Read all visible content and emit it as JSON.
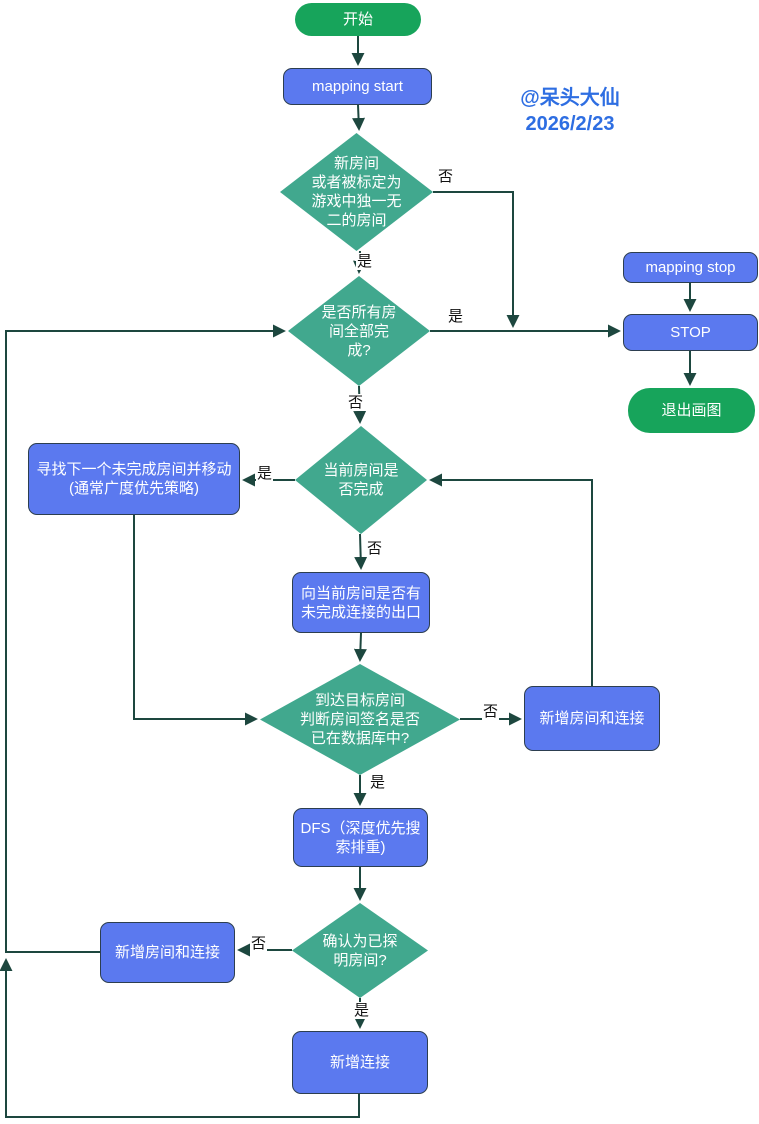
{
  "watermark": {
    "line1": "@呆头大仙",
    "line2": "2026/2/23"
  },
  "nodes": {
    "start": {
      "label": "开始"
    },
    "mapping_start": {
      "label": "mapping start"
    },
    "d1": {
      "label": "新房间\n或者被标定为\n游戏中独一无\n二的房间"
    },
    "mapping_stop": {
      "label": "mapping stop"
    },
    "stop": {
      "label": "STOP"
    },
    "exit_draw": {
      "label": "退出画图"
    },
    "d2": {
      "label": "是否所有房\n间全部完\n成?"
    },
    "find_next": {
      "label": "寻找下一个未完成房间并移动\n(通常广度优先策略)"
    },
    "d3": {
      "label": "当前房间是\n否完成"
    },
    "check_exits": {
      "label": "向当前房间是否有\n未完成连接的出口"
    },
    "d4": {
      "label": "到达目标房间\n判断房间签名是否\n已在数据库中?"
    },
    "add_room_conn_right": {
      "label": "新增房间和连接"
    },
    "dfs": {
      "label": "DFS（深度优先搜\n索排重)"
    },
    "d5": {
      "label": "确认为已探\n明房间?"
    },
    "add_room_conn_left": {
      "label": "新增房间和连接"
    },
    "add_conn": {
      "label": "新增连接"
    }
  },
  "edge_labels": {
    "d1_no": "否",
    "d1_yes": "是",
    "d2_yes": "是",
    "d2_no": "否",
    "d3_yes": "是",
    "d3_no": "否",
    "d4_no": "否",
    "d4_yes": "是",
    "d5_no": "否",
    "d5_yes": "是"
  },
  "colors": {
    "terminal_green": "#17a45b",
    "process_blue": "#5b79ef",
    "decision_teal": "#41a88e",
    "connector_dark": "#1d473f",
    "watermark_blue": "#2e6ee2"
  }
}
